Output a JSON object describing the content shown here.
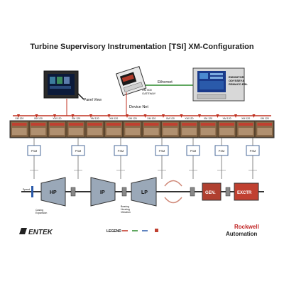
{
  "title": "Turbine Supervisory Instrumentation [TSI] XM-Configuration",
  "panel_view_label": "Panel View",
  "gateway_label": "XM 500\nGATEWAY",
  "ethernet_label": "Ethernet",
  "devicenet_label": "Device Net",
  "workstation_text": [
    "EMONITOR",
    "ODYSSEY&",
    "RSMACC-EBL"
  ],
  "module_label": "XM 120",
  "module_count": 14,
  "psm_label": "PSM",
  "psm_count": 7,
  "train": {
    "hp": "HP",
    "ip": "IP",
    "lp": "LP",
    "gen": "GEN.",
    "exctr": "EXCTR"
  },
  "notes": {
    "casing_expansion": "Casing\nExpansion",
    "bearing_housing_vibration": "Bearing\nHousing\nVibration",
    "speed": "Speed"
  },
  "legend_label": "LEGEND",
  "footer": {
    "entek": "ENTEK",
    "rockwell": "Rockwell",
    "automation": "Automation"
  },
  "colors": {
    "module_face": "#8a6a4a",
    "module_port": "#c04030",
    "devicenet": "#c03020",
    "ethernet": "#2a8a2a",
    "gen": "#b04030",
    "exctr": "#c04030",
    "turbine": "#9aa8b8",
    "shaft": "#333333",
    "psm_border": "#4a6a9a"
  }
}
